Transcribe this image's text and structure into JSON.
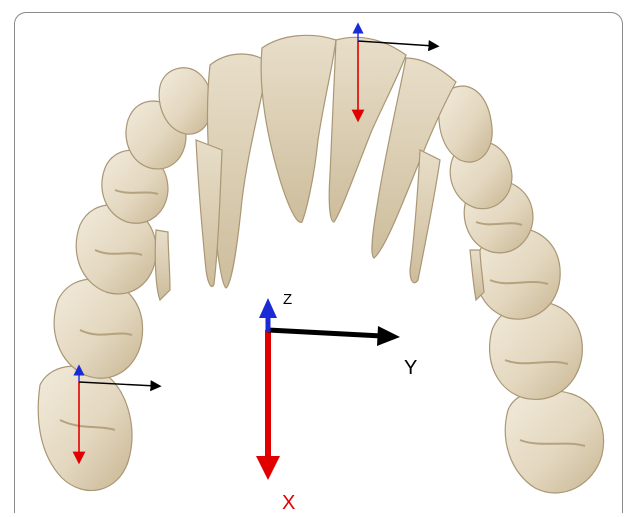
{
  "figure": {
    "axes": {
      "z_label": "Z",
      "y_label": "Y",
      "x_label": "X"
    },
    "colors": {
      "x_axis": "#e00000",
      "y_axis": "#000000",
      "z_axis": "#1a2bd6",
      "tooth": "#e6dcc8",
      "tooth_shadow": "#c9b899",
      "tooth_edge": "#a99775"
    },
    "tooth_markers": [
      "incisor-coordinate-frame",
      "molar-coordinate-frame"
    ]
  }
}
